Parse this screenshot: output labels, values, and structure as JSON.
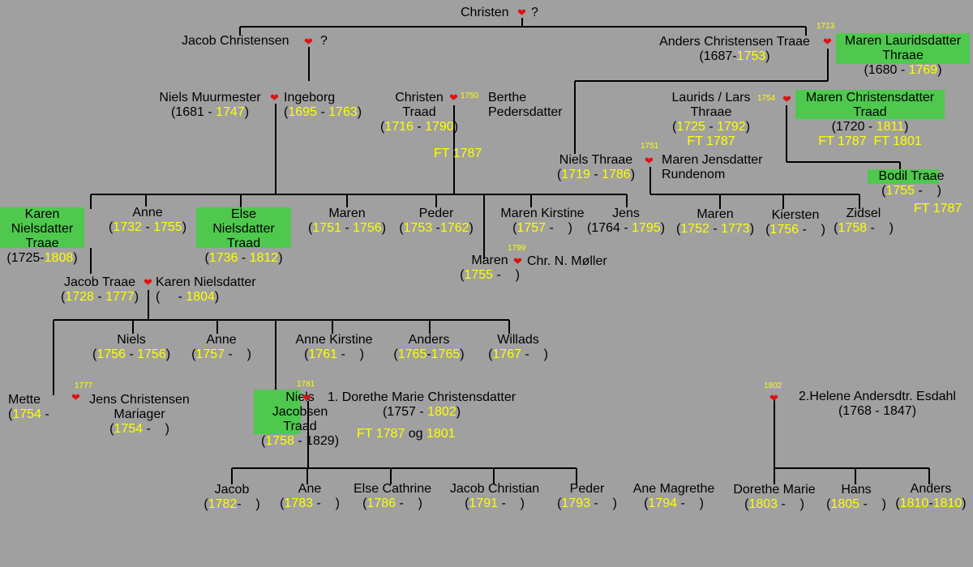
{
  "colors": {
    "background": "#a0a0a0",
    "year": "#ffff00",
    "highlight": "#4ec94e",
    "heart": "#e01010",
    "line": "#000000"
  },
  "heart_icon": "heart-icon",
  "texts": [
    {
      "id": "christen-top",
      "lines": [
        [
          [
            "Christen",
            ""
          ]
        ]
      ]
    },
    {
      "id": "christen-top-q",
      "lines": [
        [
          [
            "?",
            ""
          ]
        ]
      ]
    },
    {
      "id": "jacob-christensen",
      "lines": [
        [
          [
            "Jacob Christensen",
            ""
          ]
        ]
      ]
    },
    {
      "id": "jacob-christensen-q",
      "lines": [
        [
          [
            "?",
            ""
          ]
        ]
      ]
    },
    {
      "id": "anders-traae",
      "lines": [
        [
          [
            "Anders Christensen Traae",
            ""
          ]
        ],
        [
          [
            "(1687-",
            ""
          ],
          [
            "1753",
            "y"
          ],
          [
            ")",
            ""
          ]
        ]
      ]
    },
    {
      "id": "maren-lauridsdatter",
      "lines": [
        [
          [
            "Maren Lauridsdatter",
            ""
          ]
        ],
        [
          [
            "Thraae",
            ""
          ]
        ],
        [
          [
            "(1680 - ",
            ""
          ],
          [
            "1769",
            "y"
          ],
          [
            ")",
            ""
          ]
        ]
      ]
    },
    {
      "id": "niels-muurmester",
      "lines": [
        [
          [
            "Niels Muurmester",
            ""
          ]
        ],
        [
          [
            "(1681 - ",
            ""
          ],
          [
            "1747",
            "y"
          ],
          [
            ")",
            ""
          ]
        ]
      ]
    },
    {
      "id": "ingeborg",
      "lines": [
        [
          [
            "Ingeborg",
            ""
          ]
        ],
        [
          [
            "(",
            ""
          ],
          [
            "1695",
            "y"
          ],
          [
            " - ",
            ""
          ],
          [
            "1763",
            "y"
          ],
          [
            ")",
            ""
          ]
        ]
      ]
    },
    {
      "id": "christen-traad",
      "lines": [
        [
          [
            "Christen",
            ""
          ]
        ],
        [
          [
            "Traad",
            ""
          ]
        ],
        [
          [
            "(",
            ""
          ],
          [
            "1716",
            "y"
          ],
          [
            " - ",
            ""
          ],
          [
            "1790",
            "y"
          ],
          [
            ")",
            ""
          ]
        ]
      ]
    },
    {
      "id": "berthe",
      "lines": [
        [
          [
            "Berthe",
            ""
          ]
        ],
        [
          [
            "Pedersdatter",
            ""
          ]
        ]
      ]
    },
    {
      "id": "ft-1787-a",
      "lines": [
        [
          [
            "FT 1787",
            "y"
          ]
        ]
      ]
    },
    {
      "id": "laurids-lars",
      "lines": [
        [
          [
            "Laurids / Lars",
            ""
          ]
        ],
        [
          [
            "Thraae",
            ""
          ]
        ],
        [
          [
            "(",
            ""
          ],
          [
            "1725",
            "y"
          ],
          [
            " - ",
            ""
          ],
          [
            "1792",
            "y"
          ],
          [
            ")",
            ""
          ]
        ],
        [
          [
            "FT 1787",
            "y"
          ]
        ]
      ]
    },
    {
      "id": "maren-christensdatter",
      "lines": [
        [
          [
            "Maren Christensdatter",
            ""
          ]
        ],
        [
          [
            "Traad",
            ""
          ]
        ],
        [
          [
            "(1720 - ",
            ""
          ],
          [
            "1811",
            "y"
          ],
          [
            ")",
            ""
          ]
        ],
        [
          [
            "FT 1787  FT 1801",
            "y"
          ]
        ]
      ]
    },
    {
      "id": "niels-thraae",
      "lines": [
        [
          [
            "Niels Thraae",
            ""
          ]
        ],
        [
          [
            "(",
            ""
          ],
          [
            "1719",
            "y"
          ],
          [
            " - ",
            ""
          ],
          [
            "1786",
            "y"
          ],
          [
            ")",
            ""
          ]
        ]
      ]
    },
    {
      "id": "maren-jensdatter",
      "lines": [
        [
          [
            "Maren Jensdatter",
            ""
          ]
        ],
        [
          [
            "Rundenom",
            ""
          ]
        ]
      ]
    },
    {
      "id": "bodil-traae",
      "lines": [
        [
          [
            "Bodil Traae",
            ""
          ]
        ],
        [
          [
            "(",
            ""
          ],
          [
            "1755",
            "y"
          ],
          [
            " -    )",
            ""
          ]
        ]
      ]
    },
    {
      "id": "ft-1787-bodil",
      "lines": [
        [
          [
            "FT 1787",
            "y"
          ]
        ]
      ]
    },
    {
      "id": "karen-nielsdatter",
      "lines": [
        [
          [
            "Karen",
            ""
          ]
        ],
        [
          [
            "Nielsdatter",
            ""
          ]
        ],
        [
          [
            "Traae",
            ""
          ]
        ],
        [
          [
            "(1725-",
            ""
          ],
          [
            "1808",
            "y"
          ],
          [
            ")",
            ""
          ]
        ]
      ]
    },
    {
      "id": "anne-1732",
      "lines": [
        [
          [
            "Anne",
            ""
          ]
        ],
        [
          [
            "(",
            ""
          ],
          [
            "1732",
            "y"
          ],
          [
            " - ",
            ""
          ],
          [
            "1755",
            "y"
          ],
          [
            ")",
            ""
          ]
        ]
      ]
    },
    {
      "id": "else-nielsdatter",
      "lines": [
        [
          [
            "Else",
            ""
          ]
        ],
        [
          [
            "Nielsdatter",
            ""
          ]
        ],
        [
          [
            "Traad",
            ""
          ]
        ],
        [
          [
            "(",
            ""
          ],
          [
            "1736",
            "y"
          ],
          [
            " - ",
            ""
          ],
          [
            "1812",
            "y"
          ],
          [
            ")",
            ""
          ]
        ]
      ]
    },
    {
      "id": "maren-1751",
      "lines": [
        [
          [
            "Maren",
            ""
          ]
        ],
        [
          [
            "(",
            ""
          ],
          [
            "1751",
            "y"
          ],
          [
            " - ",
            ""
          ],
          [
            "1756",
            "y"
          ],
          [
            ")",
            ""
          ]
        ]
      ]
    },
    {
      "id": "peder-1753",
      "lines": [
        [
          [
            "Peder",
            ""
          ]
        ],
        [
          [
            "(",
            ""
          ],
          [
            "1753",
            "y"
          ],
          [
            " -",
            ""
          ],
          [
            "1762",
            "y"
          ],
          [
            ")",
            ""
          ]
        ]
      ]
    },
    {
      "id": "maren-kirstine",
      "lines": [
        [
          [
            "Maren Kirstine",
            ""
          ]
        ],
        [
          [
            "(",
            ""
          ],
          [
            "1757",
            "y"
          ],
          [
            " -    )",
            ""
          ]
        ]
      ]
    },
    {
      "id": "jens-1764",
      "lines": [
        [
          [
            "Jens",
            ""
          ]
        ],
        [
          [
            "(1764 - ",
            ""
          ],
          [
            "1795",
            "y"
          ],
          [
            ")",
            ""
          ]
        ]
      ]
    },
    {
      "id": "maren-1755",
      "lines": [
        [
          [
            "Maren",
            ""
          ]
        ],
        [
          [
            "(",
            ""
          ],
          [
            "1755",
            "y"
          ],
          [
            " -    )",
            ""
          ]
        ]
      ]
    },
    {
      "id": "chr-moller",
      "lines": [
        [
          [
            "Chr. N. Møller",
            ""
          ]
        ]
      ]
    },
    {
      "id": "maren-1752",
      "lines": [
        [
          [
            "Maren",
            ""
          ]
        ],
        [
          [
            "(",
            ""
          ],
          [
            "1752",
            "y"
          ],
          [
            " - ",
            ""
          ],
          [
            "1773",
            "y"
          ],
          [
            ")",
            ""
          ]
        ]
      ]
    },
    {
      "id": "kiersten",
      "lines": [
        [
          [
            "Kiersten",
            ""
          ]
        ],
        [
          [
            "(",
            ""
          ],
          [
            "1756",
            "y"
          ],
          [
            " -    )",
            ""
          ]
        ]
      ]
    },
    {
      "id": "zidsel",
      "lines": [
        [
          [
            "Zidsel",
            ""
          ]
        ],
        [
          [
            "(",
            ""
          ],
          [
            "1758",
            "y"
          ],
          [
            " -    )",
            ""
          ]
        ]
      ]
    },
    {
      "id": "jacob-traae",
      "lines": [
        [
          [
            "Jacob Traae",
            ""
          ]
        ],
        [
          [
            "(",
            ""
          ],
          [
            "1728",
            "y"
          ],
          [
            " - ",
            ""
          ],
          [
            "1777",
            "y"
          ],
          [
            ")",
            ""
          ]
        ]
      ]
    },
    {
      "id": "karen-nielsdatter-wife",
      "lines": [
        [
          [
            "Karen Nielsdatter",
            ""
          ]
        ],
        [
          [
            "(     - ",
            ""
          ],
          [
            "1804",
            "y"
          ],
          [
            ")",
            ""
          ]
        ]
      ]
    },
    {
      "id": "niels-1756",
      "lines": [
        [
          [
            "Niels",
            ""
          ]
        ],
        [
          [
            "(",
            ""
          ],
          [
            "1756",
            "y"
          ],
          [
            " - ",
            ""
          ],
          [
            "1756",
            "y"
          ],
          [
            ")",
            ""
          ]
        ]
      ]
    },
    {
      "id": "anne-1757",
      "lines": [
        [
          [
            "Anne",
            ""
          ]
        ],
        [
          [
            "(",
            ""
          ],
          [
            "1757",
            "y"
          ],
          [
            " -    )",
            ""
          ]
        ]
      ]
    },
    {
      "id": "anne-kirstine",
      "lines": [
        [
          [
            "Anne Kirstine",
            ""
          ]
        ],
        [
          [
            "(",
            ""
          ],
          [
            "1761",
            "y"
          ],
          [
            " -    )",
            ""
          ]
        ]
      ]
    },
    {
      "id": "anders-1765",
      "lines": [
        [
          [
            "Anders",
            ""
          ]
        ],
        [
          [
            "(",
            ""
          ],
          [
            "1765",
            "y"
          ],
          [
            "-",
            ""
          ],
          [
            "1765",
            "y"
          ],
          [
            ")",
            ""
          ]
        ]
      ]
    },
    {
      "id": "willads",
      "lines": [
        [
          [
            "Willads",
            ""
          ]
        ],
        [
          [
            "(",
            ""
          ],
          [
            "1767",
            "y"
          ],
          [
            " -    )",
            ""
          ]
        ]
      ]
    },
    {
      "id": "mette",
      "lines": [
        [
          [
            "Mette",
            ""
          ]
        ],
        [
          [
            "(",
            ""
          ],
          [
            "1754",
            "y"
          ],
          [
            " -",
            ""
          ]
        ]
      ]
    },
    {
      "id": "jens-christensen",
      "lines": [
        [
          [
            "Jens Christensen",
            ""
          ]
        ],
        [
          [
            "Mariager",
            ""
          ]
        ],
        [
          [
            "(",
            ""
          ],
          [
            "1754",
            "y"
          ],
          [
            " -    )",
            ""
          ]
        ]
      ]
    },
    {
      "id": "niels-jacobsen",
      "lines": [
        [
          [
            "Niels",
            ""
          ]
        ],
        [
          [
            "Jacobsen",
            ""
          ]
        ],
        [
          [
            "Traad",
            ""
          ]
        ],
        [
          [
            "(",
            ""
          ],
          [
            "1758",
            "y"
          ],
          [
            " - 1829)",
            ""
          ]
        ]
      ]
    },
    {
      "id": "dorethe-marie-christensdatter",
      "lines": [
        [
          [
            "1. Dorethe Marie Christensdatter",
            ""
          ]
        ],
        [
          [
            "(1757 - ",
            ""
          ],
          [
            "1802",
            "y"
          ],
          [
            ")",
            ""
          ]
        ]
      ]
    },
    {
      "id": "ft-1787-og-1801",
      "lines": [
        [
          [
            "FT 1787",
            "y"
          ],
          [
            " og ",
            ""
          ],
          [
            "1801",
            "y"
          ]
        ]
      ]
    },
    {
      "id": "helene-esdahl",
      "lines": [
        [
          [
            "2.Helene Andersdtr. Esdahl",
            ""
          ]
        ],
        [
          [
            "(1768 - 1847)",
            ""
          ]
        ]
      ]
    },
    {
      "id": "jacob-1782",
      "lines": [
        [
          [
            "Jacob",
            ""
          ]
        ],
        [
          [
            "(",
            ""
          ],
          [
            "1782",
            "y"
          ],
          [
            "-    )",
            ""
          ]
        ]
      ]
    },
    {
      "id": "ane-1783",
      "lines": [
        [
          [
            "Ane",
            ""
          ]
        ],
        [
          [
            "(",
            ""
          ],
          [
            "1783",
            "y"
          ],
          [
            " -    )",
            ""
          ]
        ]
      ]
    },
    {
      "id": "else-cathrine",
      "lines": [
        [
          [
            "Else Cathrine",
            ""
          ]
        ],
        [
          [
            "(",
            ""
          ],
          [
            "1786",
            "y"
          ],
          [
            " -    )",
            ""
          ]
        ]
      ]
    },
    {
      "id": "jacob-christian",
      "lines": [
        [
          [
            "Jacob Christian",
            ""
          ]
        ],
        [
          [
            "(",
            ""
          ],
          [
            "1791",
            "y"
          ],
          [
            " -    )",
            ""
          ]
        ]
      ]
    },
    {
      "id": "peder-1793",
      "lines": [
        [
          [
            "Peder",
            ""
          ]
        ],
        [
          [
            "(",
            ""
          ],
          [
            "1793",
            "y"
          ],
          [
            " -    )",
            ""
          ]
        ]
      ]
    },
    {
      "id": "ane-magrethe",
      "lines": [
        [
          [
            "Ane Magrethe",
            ""
          ]
        ],
        [
          [
            "(",
            ""
          ],
          [
            "1794",
            "y"
          ],
          [
            " -    )",
            ""
          ]
        ]
      ]
    },
    {
      "id": "dorethe-marie-1803",
      "lines": [
        [
          [
            "Dorethe Marie",
            ""
          ]
        ],
        [
          [
            "(",
            ""
          ],
          [
            "1803",
            "y"
          ],
          [
            " -    )",
            ""
          ]
        ]
      ]
    },
    {
      "id": "hans-1805",
      "lines": [
        [
          [
            "Hans",
            ""
          ]
        ],
        [
          [
            "(",
            ""
          ],
          [
            "1805",
            "y"
          ],
          [
            " -    )",
            ""
          ]
        ]
      ]
    },
    {
      "id": "anders-1810",
      "lines": [
        [
          [
            "Anders",
            ""
          ]
        ],
        [
          [
            "(",
            ""
          ],
          [
            "1810",
            "y"
          ],
          [
            "-",
            ""
          ],
          [
            "1810",
            "y"
          ],
          [
            ")",
            ""
          ]
        ]
      ]
    }
  ],
  "marriage_years": [
    {
      "id": "m-1713",
      "label": "1713"
    },
    {
      "id": "m-1750",
      "label": "1750"
    },
    {
      "id": "m-1754",
      "label": "1754"
    },
    {
      "id": "m-1751",
      "label": "1751"
    },
    {
      "id": "m-1799",
      "label": "1799"
    },
    {
      "id": "m-1777",
      "label": "1777"
    },
    {
      "id": "m-1781",
      "label": "1781"
    },
    {
      "id": "m-1802",
      "label": "1802"
    }
  ]
}
